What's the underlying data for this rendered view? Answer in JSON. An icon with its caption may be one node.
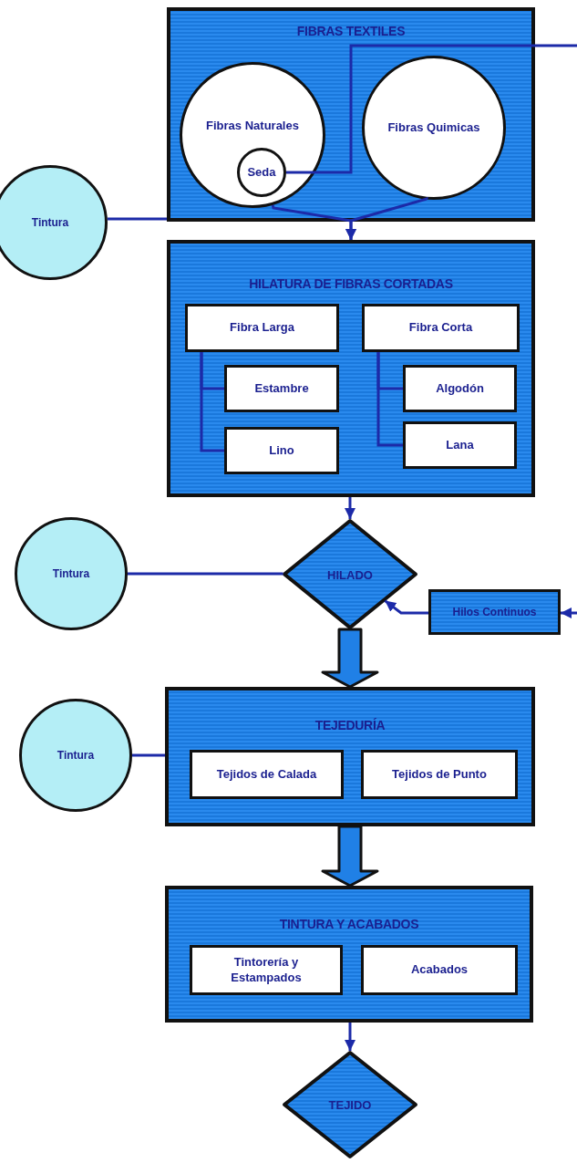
{
  "diagram": {
    "nodes": [
      {
        "text": [
          "FIBRAS TEXTILES"
        ]
      },
      {
        "text": [
          "Fibras Naturales"
        ],
        "in": 0
      },
      {
        "text": [
          "Seda"
        ],
        "in": 1
      },
      {
        "text": [
          "Fibras Quimicas"
        ],
        "in": 0
      },
      {
        "text": [
          "Tintura"
        ]
      },
      {
        "text": [
          "HILATURA DE FIBRAS CORTADAS"
        ]
      },
      {
        "text": [
          "Fibra Larga"
        ],
        "in": 5
      },
      {
        "text": [
          "Estambre"
        ],
        "in": 5
      },
      {
        "text": [
          "Lino"
        ],
        "in": 5
      },
      {
        "text": [
          "Fibra Corta"
        ],
        "in": 5
      },
      {
        "text": [
          "Algodón"
        ],
        "in": 5
      },
      {
        "text": [
          "Lana"
        ],
        "in": 5
      },
      {
        "text": [
          "Tintura"
        ]
      },
      {
        "text": [
          "HILADO"
        ]
      },
      {
        "text": [
          "Hilos Continuos"
        ]
      },
      {
        "text": [
          "Tintura"
        ]
      },
      {
        "text": [
          "TEJEDURÍA"
        ]
      },
      {
        "text": [
          "Tejidos de Calada"
        ],
        "in": 16
      },
      {
        "text": [
          "Tejidos de Punto"
        ],
        "in": 16
      },
      {
        "text": [
          "TINTURA Y ACABADOS"
        ]
      },
      {
        "text": [
          "Tintorería y Estampados"
        ],
        "in": 19
      },
      {
        "text": [
          "Acabados"
        ],
        "in": 19
      },
      {
        "text": [
          "TEJIDO"
        ]
      }
    ],
    "edges": [
      {
        "from": 2,
        "to": null,
        "arrow": "none"
      },
      {
        "from": 1,
        "to": 5,
        "arrow": "to"
      },
      {
        "from": 3,
        "to": 5,
        "arrow": "to"
      },
      {
        "from": 4,
        "to": 0,
        "arrow": "none"
      },
      {
        "from": 6,
        "to": 7,
        "arrow": "none"
      },
      {
        "from": 6,
        "to": 8,
        "arrow": "none"
      },
      {
        "from": 9,
        "to": 10,
        "arrow": "none"
      },
      {
        "from": 9,
        "to": 11,
        "arrow": "none"
      },
      {
        "from": 5,
        "to": 13,
        "arrow": "to"
      },
      {
        "from": 12,
        "to": 13,
        "arrow": "none"
      },
      {
        "from": 14,
        "to": 13,
        "arrow": "to"
      },
      {
        "from": null,
        "to": 14,
        "arrow": "to"
      },
      {
        "from": 13,
        "to": 16,
        "arrow": "to",
        "style": "thick"
      },
      {
        "from": 15,
        "to": 16,
        "arrow": "none"
      },
      {
        "from": 16,
        "to": 19,
        "arrow": "to",
        "style": "thick"
      },
      {
        "from": 19,
        "to": 22,
        "arrow": "to"
      }
    ]
  }
}
